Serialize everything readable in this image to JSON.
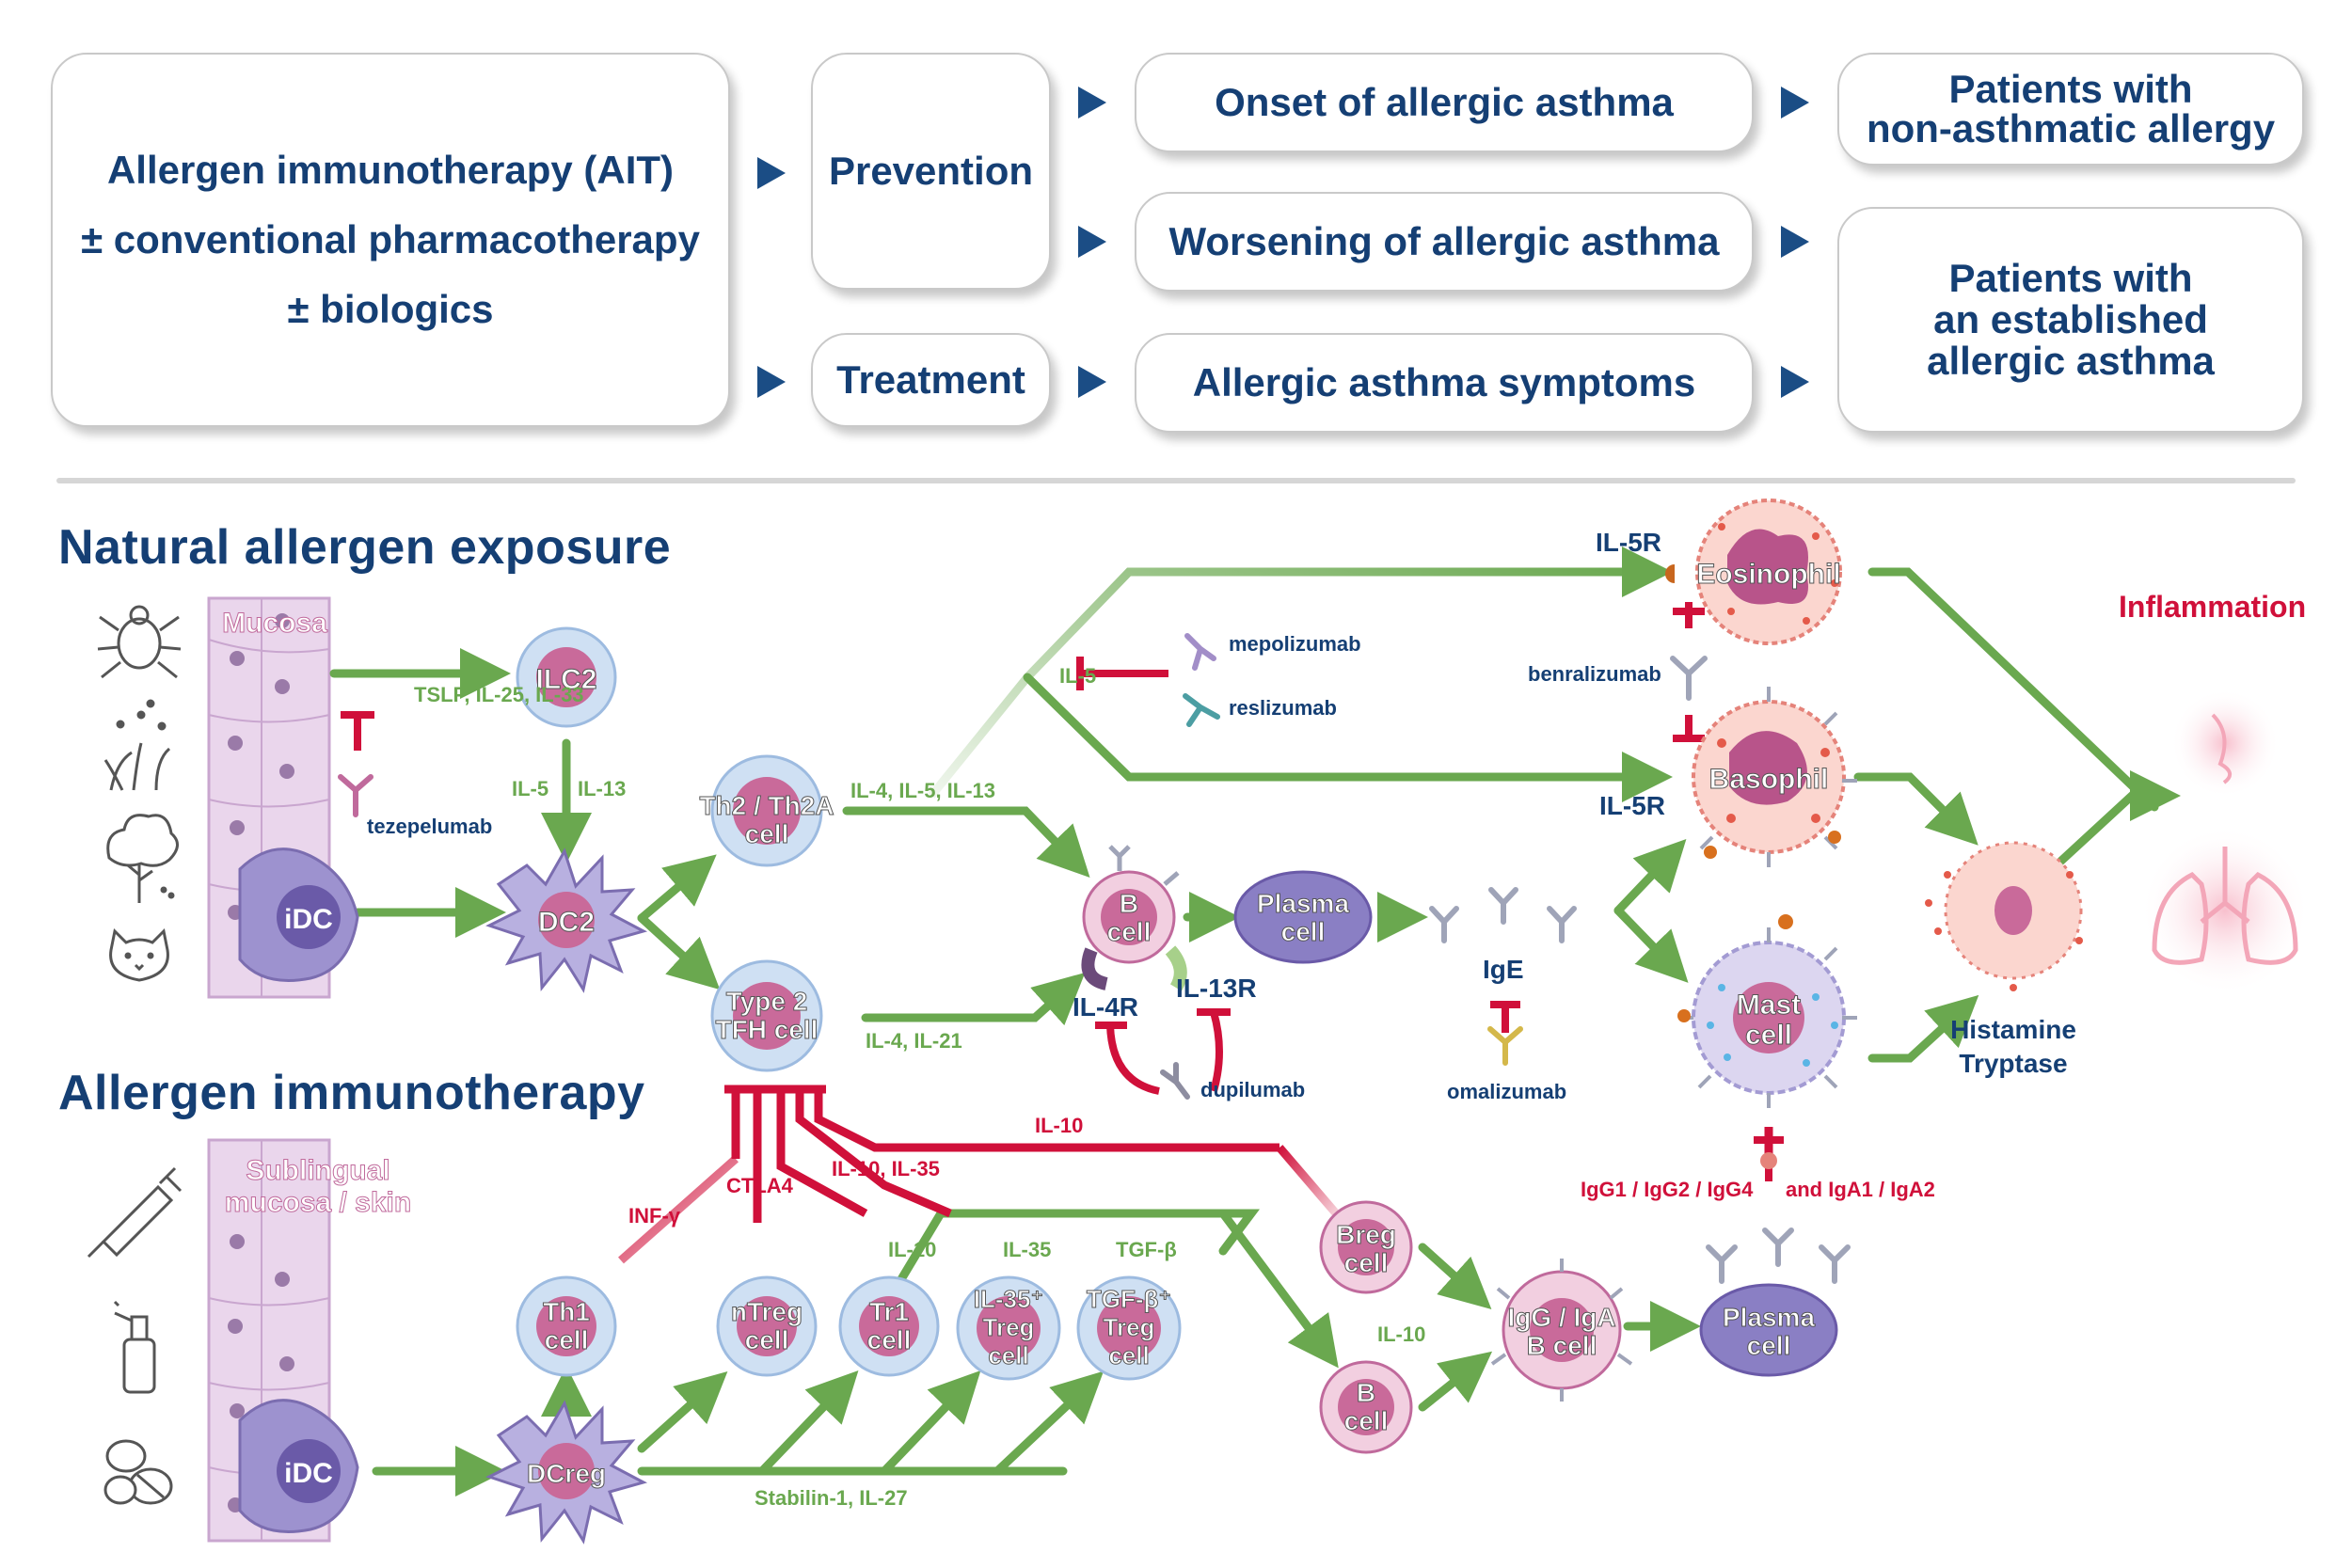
{
  "top": {
    "ait_box": {
      "line1": "Allergen immunotherapy (AIT)",
      "line2": "± conventional pharmacotherapy",
      "line3": "± biologics"
    },
    "prevention": "Prevention",
    "treatment": "Treatment",
    "onset": "Onset of allergic asthma",
    "worsening": "Worsening of allergic asthma",
    "symptoms": "Allergic asthma symptoms",
    "patients_nonasthma": {
      "line1": "Patients with",
      "line2": "non-asthmatic allergy"
    },
    "patients_asthma": {
      "line1": "Patients with",
      "line2": "an established",
      "line3": "allergic asthma"
    }
  },
  "sections": {
    "natural": "Natural allergen exposure",
    "ait": "Allergen immunotherapy"
  },
  "tissue": {
    "mucosa": "Mucosa",
    "sublingual1": "Sublingual",
    "sublingual2": "mucosa / skin"
  },
  "cells": {
    "ilc2": "ILC2",
    "idc1": "iDC",
    "dc2": "DC2",
    "th2_1": "Th2 / Th2A",
    "th2_2": "cell",
    "tfh_1": "Type 2",
    "tfh_2": "TFH cell",
    "b1": "B",
    "b2": "cell",
    "plasma1": "Plasma",
    "plasma2": "cell",
    "eosinophil": "Eosinophil",
    "basophil": "Basophil",
    "mast1": "Mast",
    "mast2": "cell",
    "idc2": "iDC",
    "dcreg": "DCreg",
    "th1_1": "Th1",
    "th1_2": "cell",
    "ntreg1": "nTreg",
    "ntreg2": "cell",
    "tr1_1": "Tr1",
    "tr1_2": "cell",
    "il35treg1": "IL-35⁺",
    "il35treg2": "Treg",
    "il35treg3": "cell",
    "tgfbtreg1": "TGF-β⁺",
    "tgfbtreg2": "Treg",
    "tgfbtreg3": "cell",
    "breg1": "Breg",
    "breg2": "cell",
    "bcell2_1": "B",
    "bcell2_2": "cell",
    "iggb1": "IgG / IgA",
    "iggb2": "B cell",
    "plasma2_1": "Plasma",
    "plasma2_2": "cell"
  },
  "labels": {
    "tslp": "TSLP, IL-25, IL-33",
    "tezepelumab": "tezepelumab",
    "il5_il13_a": "IL-5",
    "il5_il13_b": "IL-13",
    "il4_5_13": "IL-4, IL-5, IL-13",
    "il4_il21": "IL-4, IL-21",
    "il5": "IL-5",
    "mepolizumab": "mepolizumab",
    "reslizumab": "reslizumab",
    "benralizumab": "benralizumab",
    "il5r_top": "IL-5R",
    "il5r_bottom": "IL-5R",
    "il4r": "IL-4R",
    "il13r": "IL-13R",
    "dupilumab": "dupilumab",
    "ige": "IgE",
    "omalizumab": "omalizumab",
    "inflammation": "Inflammation",
    "histamine": "Histamine",
    "tryptase": "Tryptase",
    "infg": "INF-γ",
    "ctla4": "CTLA4",
    "il10_il35": "IL-10, IL-35",
    "il10_top": "IL-10",
    "il10_g": "IL-10",
    "il35_g": "IL-35",
    "tgfb_g": "TGF-β",
    "il10_b": "IL-10",
    "stabilin": "Stabilin-1, IL-27",
    "igg": "IgG1 / IgG2 / IgG4",
    "iga": "and IgA1 / IgA2"
  },
  "colors": {
    "navy": "#153f74",
    "green": "#6aa84f",
    "red": "#d0103a",
    "purple": "#7b6db0",
    "pink": "#c06a9c"
  }
}
